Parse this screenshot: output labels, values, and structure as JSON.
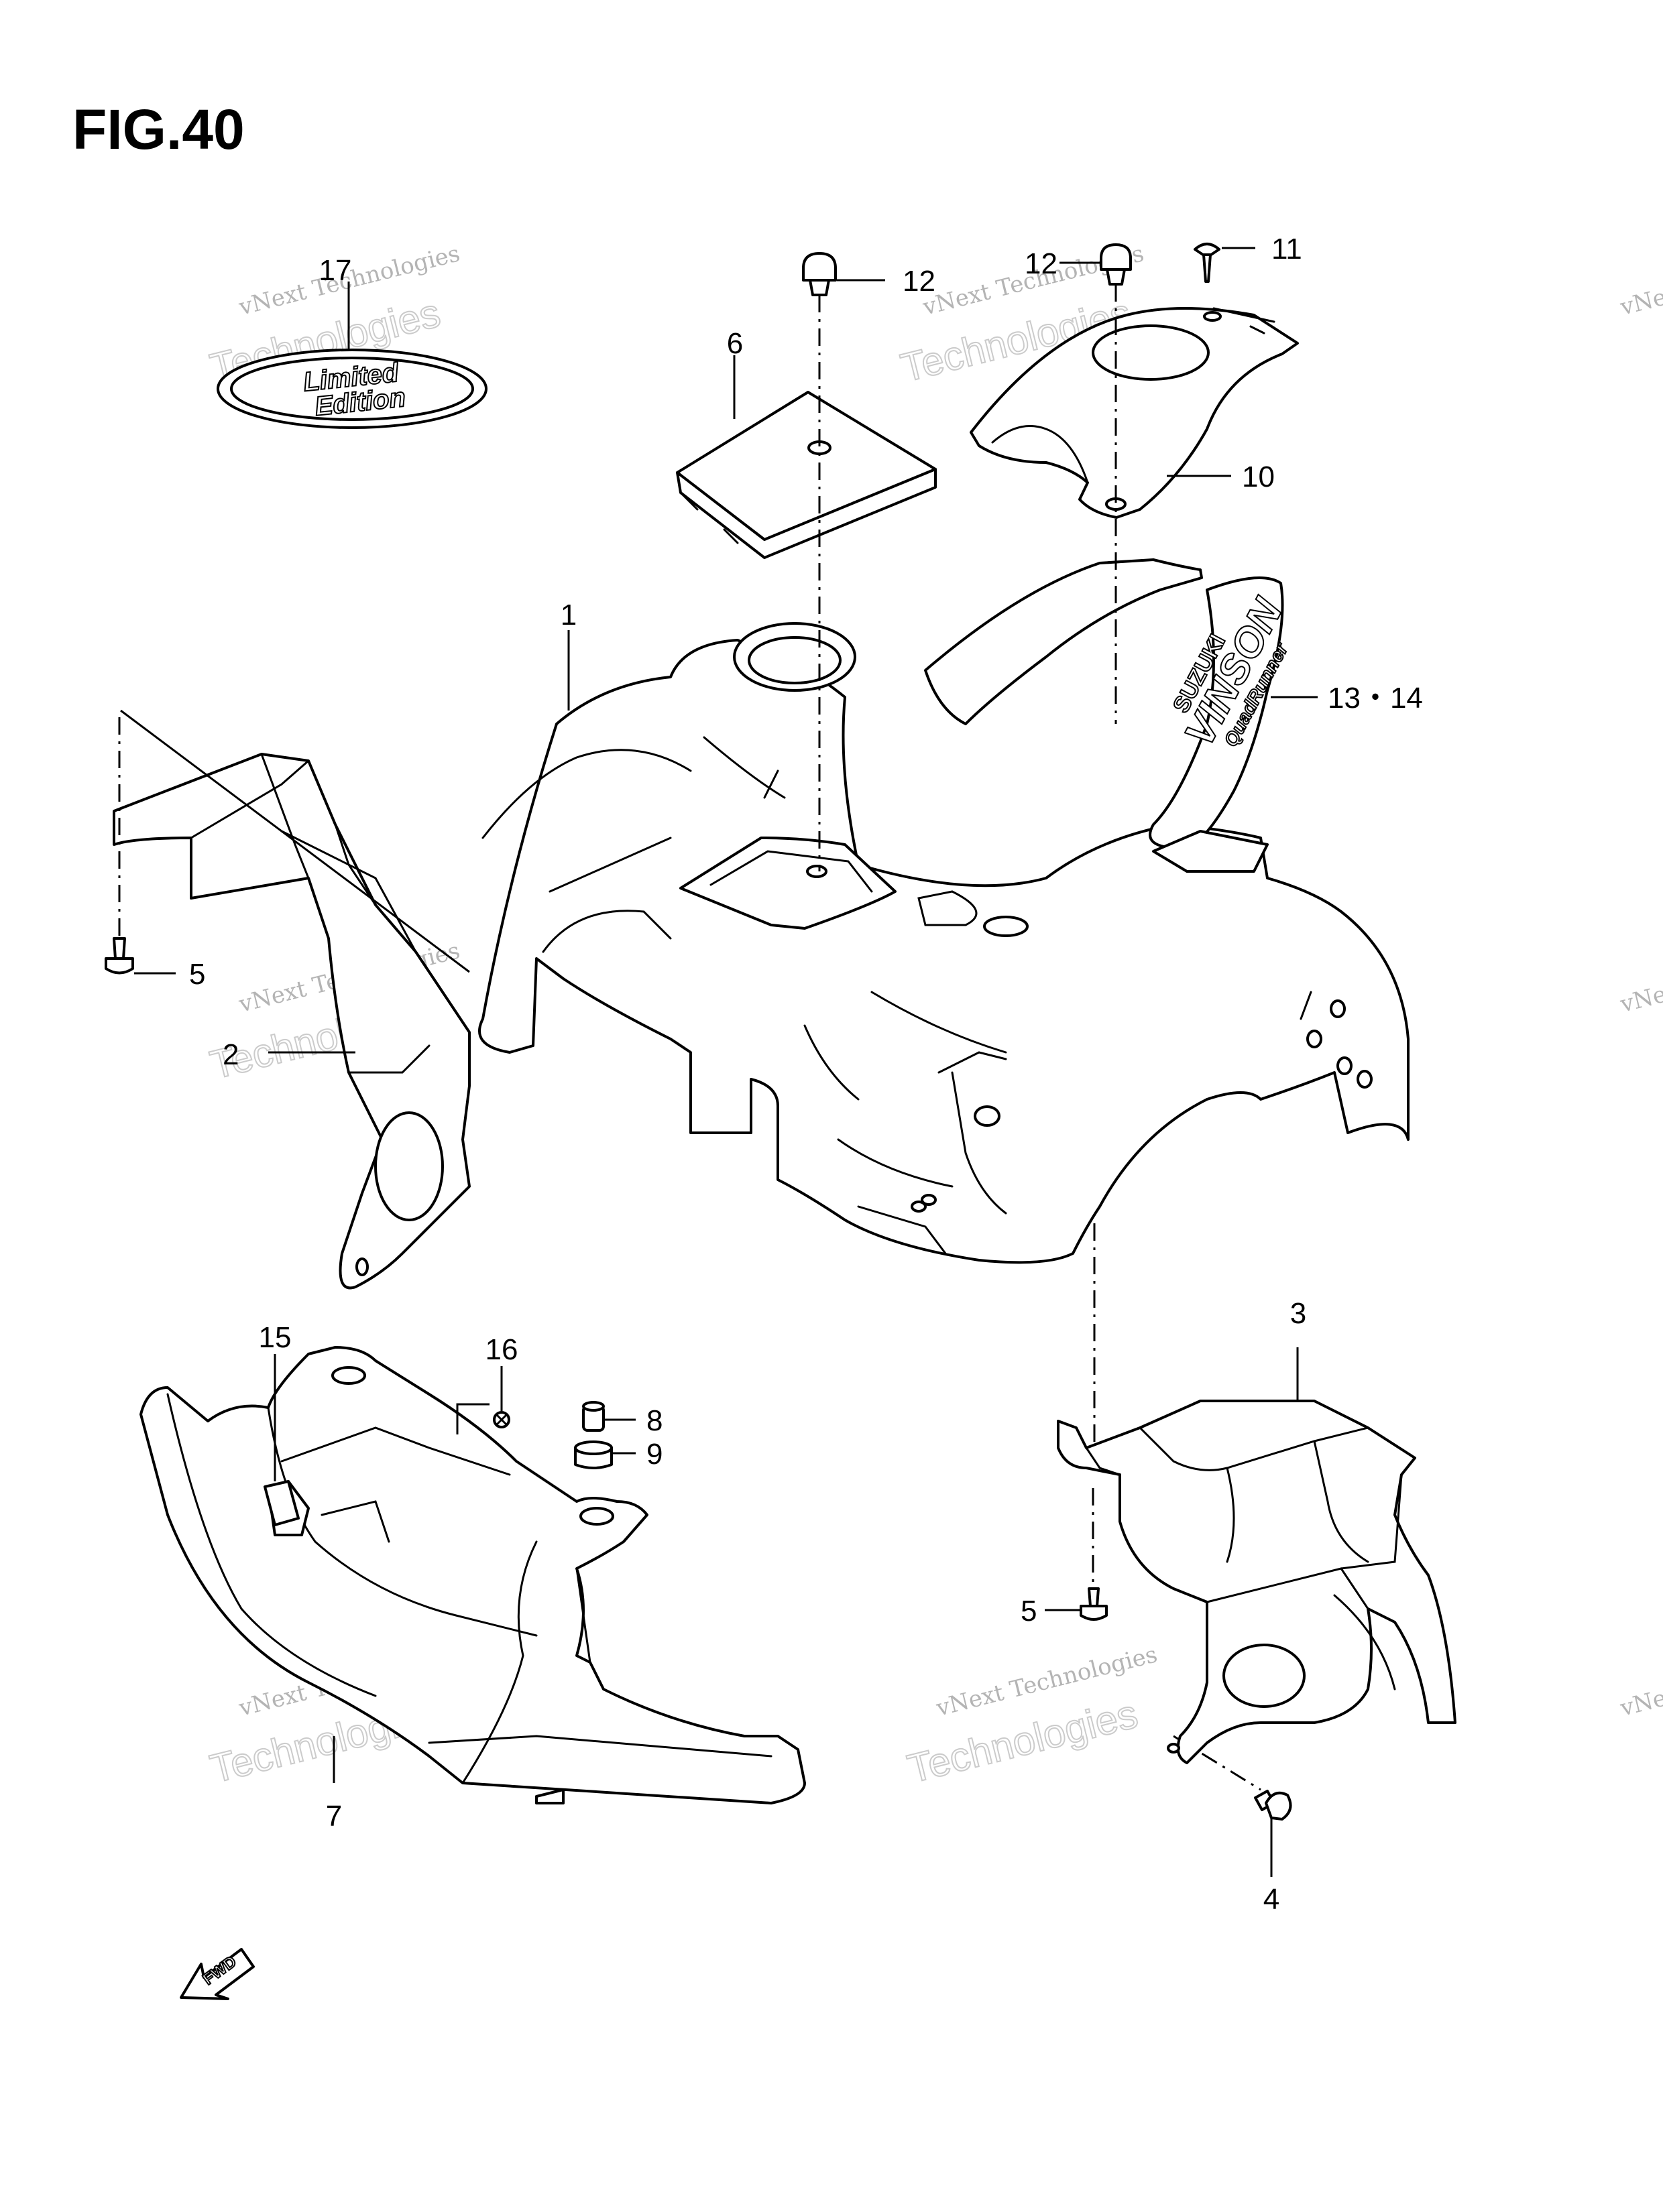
{
  "figure": {
    "title": "FIG.40"
  },
  "watermark": {
    "line1": "vNext Technologies",
    "line2": "Technologies",
    "line3": "vNext"
  },
  "callouts": [
    {
      "id": "c1",
      "label": "1"
    },
    {
      "id": "c2",
      "label": "2"
    },
    {
      "id": "c3",
      "label": "3"
    },
    {
      "id": "c4",
      "label": "4"
    },
    {
      "id": "c5a",
      "label": "5"
    },
    {
      "id": "c5b",
      "label": "5"
    },
    {
      "id": "c6",
      "label": "6"
    },
    {
      "id": "c7",
      "label": "7"
    },
    {
      "id": "c8",
      "label": "8"
    },
    {
      "id": "c9",
      "label": "9"
    },
    {
      "id": "c10",
      "label": "10"
    },
    {
      "id": "c11",
      "label": "11"
    },
    {
      "id": "c12a",
      "label": "12"
    },
    {
      "id": "c12b",
      "label": "12"
    },
    {
      "id": "c1314",
      "label": "13・14"
    },
    {
      "id": "c15",
      "label": "15"
    },
    {
      "id": "c16",
      "label": "16"
    },
    {
      "id": "c17",
      "label": "17"
    }
  ],
  "decals": {
    "emblem_line1": "Limited",
    "emblem_line2": "Edition",
    "brand": "SUZUKI",
    "model": "VINSON",
    "sub": "QuadRunner"
  },
  "fwd_arrow": {
    "label": "FWD"
  }
}
